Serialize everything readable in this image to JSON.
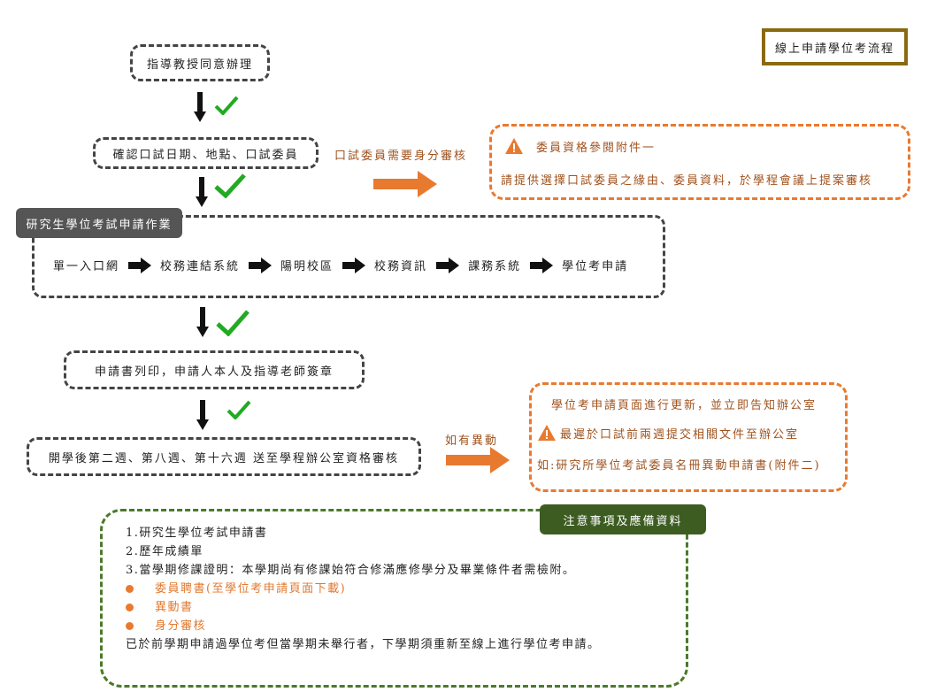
{
  "title": "線上申請學位考流程",
  "steps": {
    "step1": "指導教授同意辦理",
    "step2": "確認口試日期、地點、口試委員",
    "step3_tag": "研究生學位考試申請作業",
    "step3_path": [
      "單一入口網",
      "校務連結系統",
      "陽明校區",
      "校務資訊",
      "課務系統",
      "學位考申請"
    ],
    "step4": "申請書列印，申請人本人及指導老師簽章",
    "step5": "開學後第二週、第八週、第十六週 送至學程辦公室資格審核"
  },
  "committee_branch": {
    "label": "口試委員需要身分審核",
    "line1": "委員資格參閱附件一",
    "line2": "請提供選擇口試委員之緣由、委員資料，於學程會議上提案審核"
  },
  "change_branch": {
    "label": "如有異動",
    "line1": "學位考申請頁面進行更新，並立即告知辦公室",
    "line2": "最遲於口試前兩週提交相關文件至辦公室",
    "line3": "如:研究所學位考試委員名冊異動申請書(附件二)"
  },
  "notes": {
    "tag": "注意事項及應備資料",
    "items": [
      "1.研究生學位考試申請書",
      "2.歷年成績單",
      "3.當學期修課證明：本學期尚有修課始符合修滿應修學分及畢業條件者需檢附。"
    ],
    "bullets": [
      "委員聘書(至學位考申請頁面下載)",
      "異動書",
      "身分審核"
    ],
    "footer": "已於前學期申請過學位考但當學期未舉行者，下學期須重新至線上進行學位考申請。"
  },
  "colors": {
    "orange": "#e87a30",
    "green_check": "#22aa22",
    "dark_green": "#3d5c22",
    "gold_border": "#8a6a10"
  }
}
